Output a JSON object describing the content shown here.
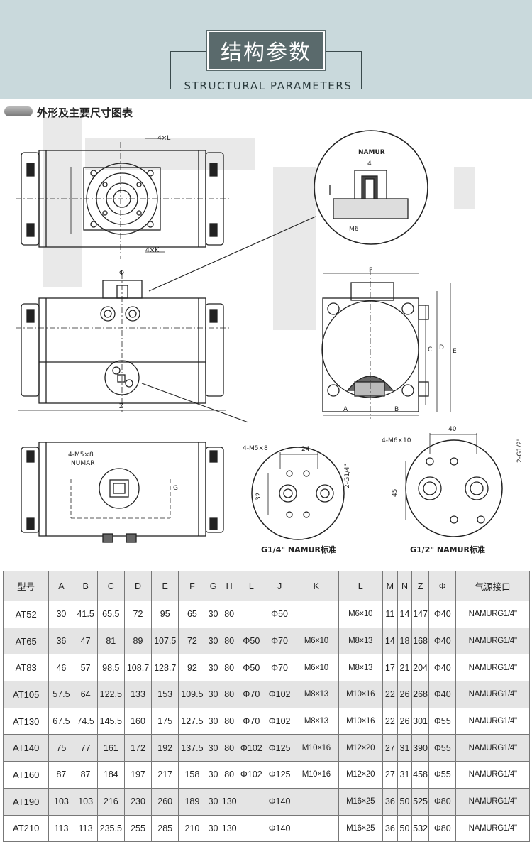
{
  "header": {
    "title": "结构参数",
    "subtitle": "STRUCTURAL PARAMETERS"
  },
  "drawing": {
    "caption": "外形及主要尺寸图表",
    "labels": {
      "four_l": "4×L",
      "four_k": "4×K",
      "namur_detail": "NAMUR",
      "namur_w": "4",
      "namur_m6": "M6",
      "phi": "Φ",
      "z": "Z",
      "f": "F",
      "c": "C",
      "d": "D",
      "e": "E",
      "a": "A",
      "b": "B",
      "bottom_thread": "4-M5×8",
      "bottom_numar": "NUMAR",
      "g": "G",
      "g14_thread": "4-M5×8",
      "g14_24": "24",
      "g14_32": "32",
      "g14_port": "2-G1/4\"",
      "g14_caption": "G1/4\"  NAMUR标准",
      "g12_thread": "4-M6×10",
      "g12_40": "40",
      "g12_45": "45",
      "g12_port": "2-G1/2\"",
      "g12_caption": "G1/2\"  NAMUR标准"
    }
  },
  "table": {
    "headers": [
      "型号",
      "A",
      "B",
      "C",
      "D",
      "E",
      "F",
      "G",
      "H",
      "L",
      "J",
      "K",
      "L",
      "M",
      "N",
      "Z",
      "Φ",
      "气源接口"
    ],
    "rows": [
      [
        "AT52",
        "30",
        "41.5",
        "65.5",
        "72",
        "95",
        "65",
        "30",
        "80",
        "",
        "Φ50",
        "",
        "M6×10",
        "11",
        "14",
        "147",
        "Φ40",
        "NAMURG1/4\""
      ],
      [
        "AT65",
        "36",
        "47",
        "81",
        "89",
        "107.5",
        "72",
        "30",
        "80",
        "Φ50",
        "Φ70",
        "M6×10",
        "M8×13",
        "14",
        "18",
        "168",
        "Φ40",
        "NAMURG1/4\""
      ],
      [
        "AT83",
        "46",
        "57",
        "98.5",
        "108.7",
        "128.7",
        "92",
        "30",
        "80",
        "Φ50",
        "Φ70",
        "M6×10",
        "M8×13",
        "17",
        "21",
        "204",
        "Φ40",
        "NAMURG1/4\""
      ],
      [
        "AT105",
        "57.5",
        "64",
        "122.5",
        "133",
        "153",
        "109.5",
        "30",
        "80",
        "Φ70",
        "Φ102",
        "M8×13",
        "M10×16",
        "22",
        "26",
        "268",
        "Φ40",
        "NAMURG1/4\""
      ],
      [
        "AT130",
        "67.5",
        "74.5",
        "145.5",
        "160",
        "175",
        "127.5",
        "30",
        "80",
        "Φ70",
        "Φ102",
        "M8×13",
        "M10×16",
        "22",
        "26",
        "301",
        "Φ55",
        "NAMURG1/4\""
      ],
      [
        "AT140",
        "75",
        "77",
        "161",
        "172",
        "192",
        "137.5",
        "30",
        "80",
        "Φ102",
        "Φ125",
        "M10×16",
        "M12×20",
        "27",
        "31",
        "390",
        "Φ55",
        "NAMURG1/4\""
      ],
      [
        "AT160",
        "87",
        "87",
        "184",
        "197",
        "217",
        "158",
        "30",
        "80",
        "Φ102",
        "Φ125",
        "M10×16",
        "M12×20",
        "27",
        "31",
        "458",
        "Φ55",
        "NAMURG1/4\""
      ],
      [
        "AT190",
        "103",
        "103",
        "216",
        "230",
        "260",
        "189",
        "30",
        "130",
        "",
        "Φ140",
        "",
        "M16×25",
        "36",
        "50",
        "525",
        "Φ80",
        "NAMURG1/4\""
      ],
      [
        "AT210",
        "113",
        "113",
        "235.5",
        "255",
        "285",
        "210",
        "30",
        "130",
        "",
        "Φ140",
        "",
        "M16×25",
        "36",
        "50",
        "532",
        "Φ80",
        "NAMURG1/4\""
      ]
    ]
  }
}
